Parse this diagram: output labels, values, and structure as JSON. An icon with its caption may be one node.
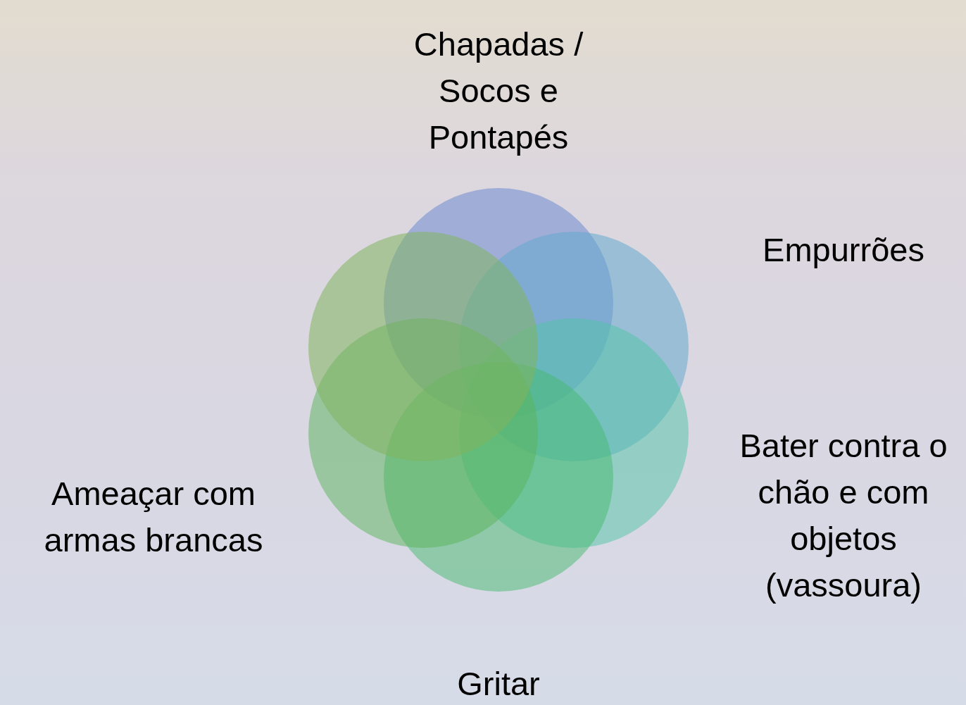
{
  "diagram": {
    "nodes": [
      {
        "text": [],
        "shape": "circle",
        "beside": [
          "Chapadas / Socos e Pontapés"
        ]
      },
      {
        "text": [],
        "shape": "circle",
        "beside": [
          "Empurrões"
        ]
      },
      {
        "text": [],
        "shape": "circle",
        "beside": [
          "Bater contra o chão e com objetos (vassoura)"
        ]
      },
      {
        "text": [],
        "shape": "circle",
        "beside": [
          "Gritar"
        ]
      },
      {
        "text": [],
        "shape": "circle",
        "beside": [
          "Ameaçar com armas brancas"
        ]
      },
      {
        "text": [],
        "shape": "circle"
      }
    ],
    "edges": []
  }
}
